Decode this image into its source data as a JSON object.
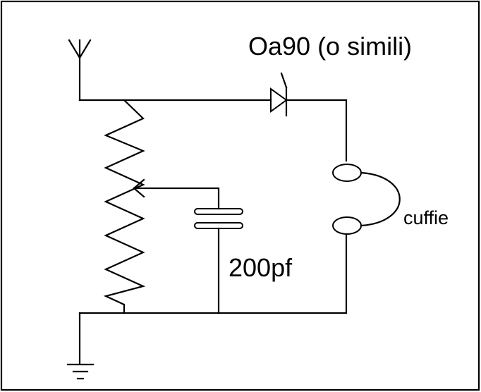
{
  "labels": {
    "diode": "Oa90 (o simili)",
    "capacitor": "200pf",
    "headphones": "cuffie"
  },
  "components": {
    "antenna": "antenna-icon",
    "resistor": "potentiometer-icon",
    "capacitor": "capacitor-icon",
    "diode": "diode-icon",
    "headphones": "headphones-icon",
    "ground": "ground-icon"
  },
  "colors": {
    "stroke": "#000000",
    "background": "#ffffff"
  }
}
